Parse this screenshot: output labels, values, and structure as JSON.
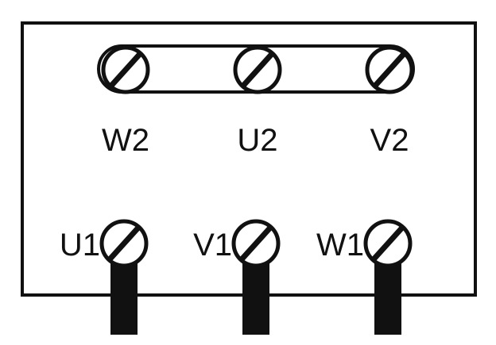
{
  "colors": {
    "background": "#ffffff",
    "ink": "#111111"
  },
  "icons": {
    "terminal": "slotted-screw-terminal-icon",
    "link": "bridge-link-bar"
  },
  "terminals_top": [
    {
      "id": "w2",
      "label": "W2"
    },
    {
      "id": "u2",
      "label": "U2"
    },
    {
      "id": "v2",
      "label": "V2"
    }
  ],
  "terminals_bottom": [
    {
      "id": "u1",
      "label": "U1"
    },
    {
      "id": "v1",
      "label": "V1"
    },
    {
      "id": "w1",
      "label": "W1"
    }
  ],
  "top_bridge": {
    "connects": [
      "W2",
      "U2",
      "V2"
    ]
  }
}
